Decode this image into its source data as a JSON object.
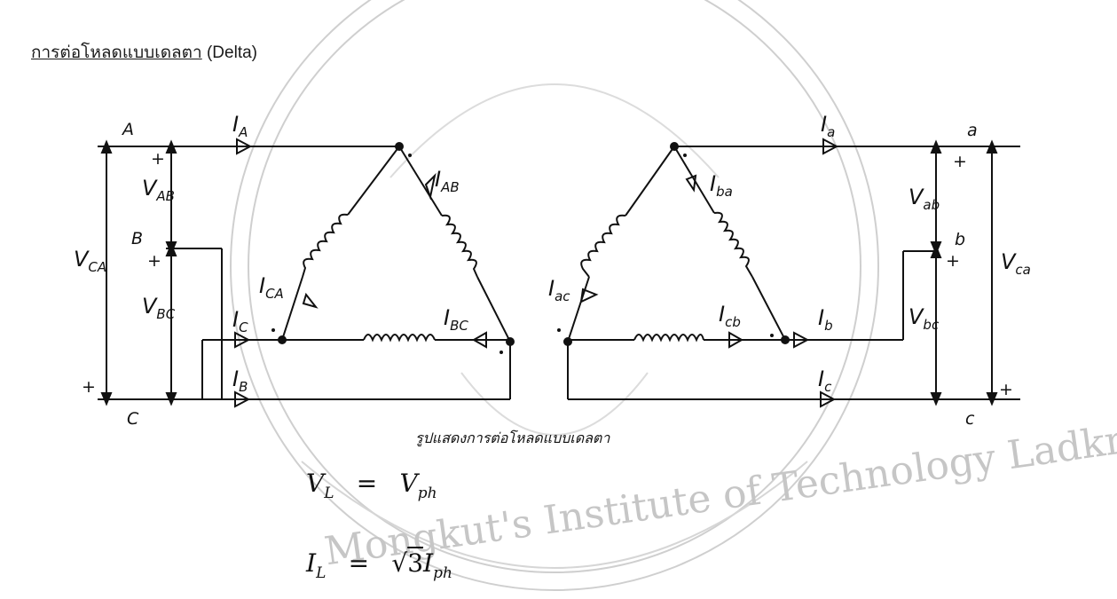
{
  "heading": {
    "thai": "การต่อโหลดแบบเดลตา",
    "english": "(Delta)"
  },
  "caption": "รูปแสดงการต่อโหลดแบบเดลตา",
  "watermark": "Mongkut's Institute of Technology Ladkrabang",
  "left_delta": {
    "line_labels": [
      "A",
      "B",
      "C"
    ],
    "line_currents": [
      {
        "sym": "I",
        "sub": "A"
      },
      {
        "sym": "I",
        "sub": "C"
      },
      {
        "sym": "I",
        "sub": "B"
      }
    ],
    "phase_currents": [
      {
        "sym": "I",
        "sub": "AB"
      },
      {
        "sym": "I",
        "sub": "CA"
      },
      {
        "sym": "I",
        "sub": "BC"
      }
    ],
    "voltages": [
      {
        "sym": "V",
        "sub": "AB"
      },
      {
        "sym": "V",
        "sub": "BC"
      },
      {
        "sym": "V",
        "sub": "CA"
      }
    ]
  },
  "right_delta": {
    "line_labels": [
      "a",
      "b",
      "c"
    ],
    "line_currents": [
      {
        "sym": "I",
        "sub": "a"
      },
      {
        "sym": "I",
        "sub": "b"
      },
      {
        "sym": "I",
        "sub": "c"
      }
    ],
    "phase_currents": [
      {
        "sym": "I",
        "sub": "ba"
      },
      {
        "sym": "I",
        "sub": "ac"
      },
      {
        "sym": "I",
        "sub": "cb"
      }
    ],
    "voltages": [
      {
        "sym": "V",
        "sub": "ab"
      },
      {
        "sym": "V",
        "sub": "bc"
      },
      {
        "sym": "V",
        "sub": "ca"
      }
    ]
  },
  "polarity": "+",
  "equations": [
    {
      "lhs": "V",
      "lhs_sub": "L",
      "op": "=",
      "rhs_coef": "",
      "rhs": "V",
      "rhs_sub": "ph"
    },
    {
      "lhs": "I",
      "lhs_sub": "L",
      "op": "=",
      "rhs_coef": "3",
      "rhs": "I",
      "rhs_sub": "ph"
    }
  ],
  "colors": {
    "ink": "#111111",
    "watermark": "#c8c8c8"
  }
}
